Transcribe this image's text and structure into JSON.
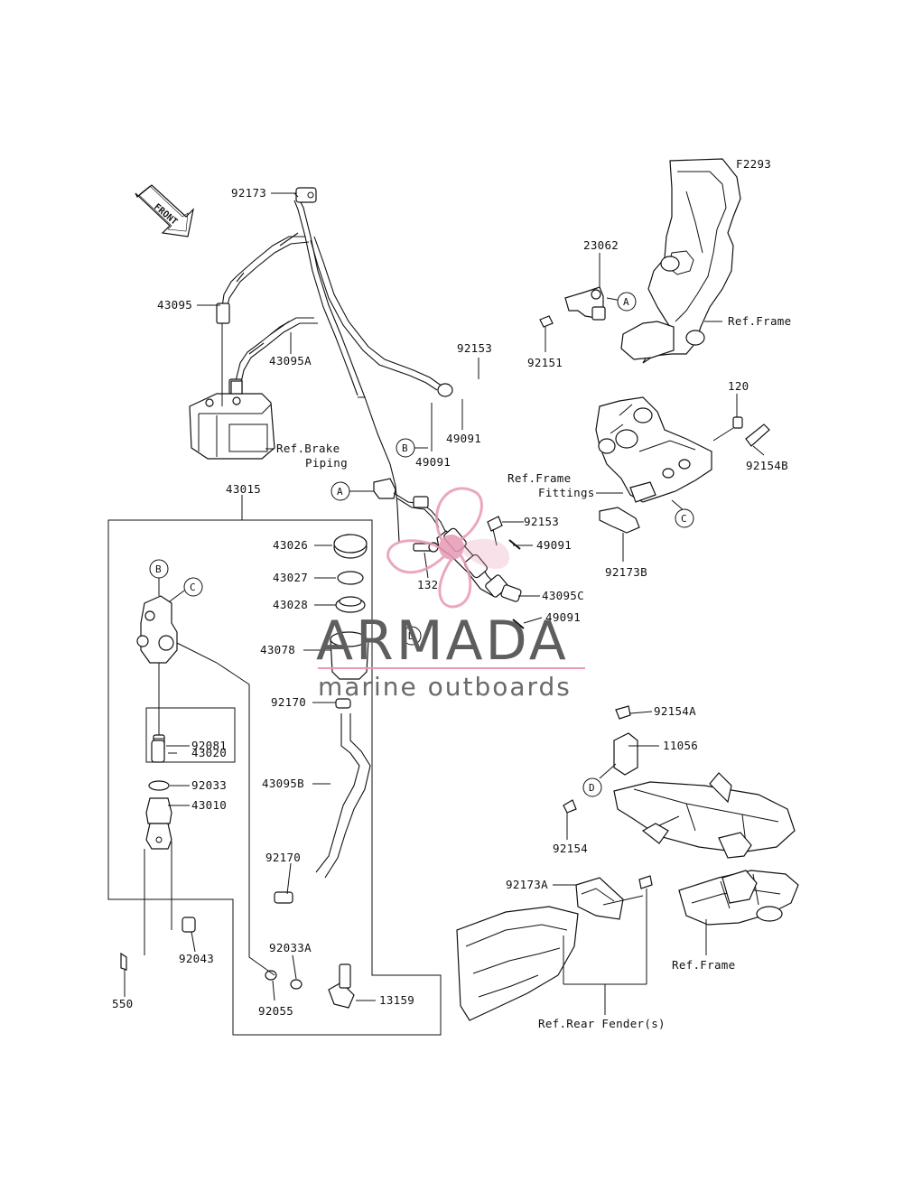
{
  "diagram": {
    "code": "F2293",
    "front_label": "FRONT",
    "watermark": {
      "brand": "ARMADA",
      "tagline": "marine outboards"
    },
    "part_numbers": {
      "p92173": "92173",
      "p43095": "43095",
      "p43095A": "43095A",
      "p92153_top": "92153",
      "p49091_a": "49091",
      "p49091_b": "49091",
      "p43015": "43015",
      "p43026": "43026",
      "p43027": "43027",
      "p43028": "43028",
      "p43078": "43078",
      "p92170_a": "92170",
      "p43095B": "43095B",
      "p92170_b": "92170",
      "p92033A": "92033A",
      "p92055": "92055",
      "p13159": "13159",
      "p92081": "92081",
      "p43020": "43020",
      "p92033": "92033",
      "p43010": "43010",
      "p92043": "92043",
      "p550": "550",
      "p132": "132",
      "p92153_mid": "92153",
      "p49091_c": "49091",
      "p43095C": "43095C",
      "p49091_d": "49091",
      "p23062": "23062",
      "p92151": "92151",
      "p120": "120",
      "p92154B": "92154B",
      "p92173B": "92173B",
      "p92154A": "92154A",
      "p11056": "11056",
      "p92154": "92154",
      "p92173A": "92173A"
    },
    "references": {
      "frame_1": "Ref.Frame",
      "brake_piping_1": "Ref.Brake",
      "brake_piping_2": "Piping",
      "frame_fittings_1": "Ref.Frame",
      "frame_fittings_2": "Fittings",
      "frame_2": "Ref.Frame",
      "rear_fender": "Ref.Rear Fender(s)"
    },
    "callouts": [
      "A",
      "B",
      "C",
      "D"
    ]
  }
}
